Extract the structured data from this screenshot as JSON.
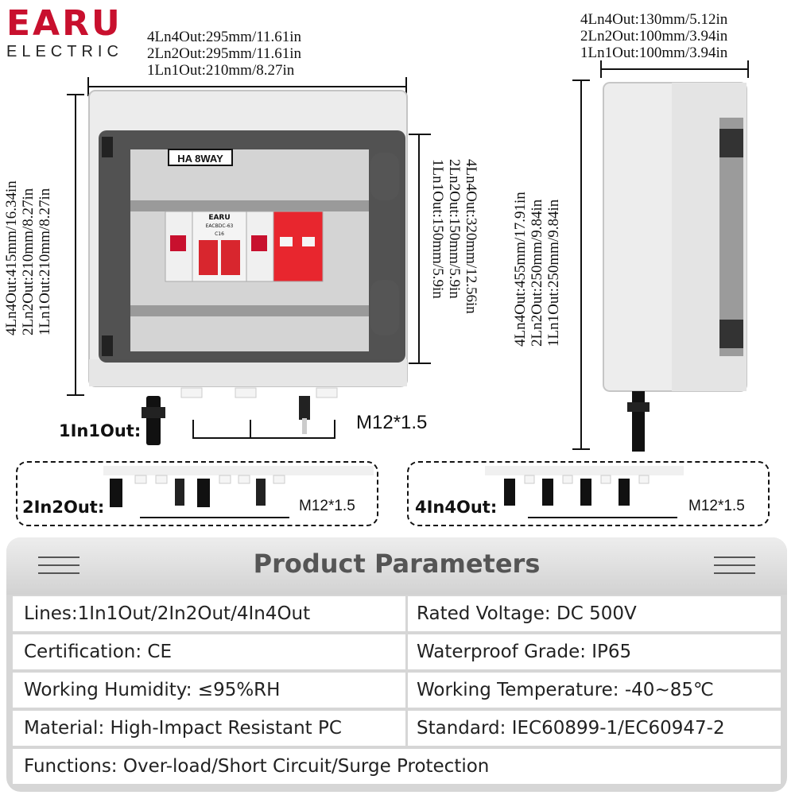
{
  "brand": {
    "name": "EARU",
    "sub": "ELECTRIC"
  },
  "front_width": [
    "4Ln4Out:295mm/11.61in",
    "2Ln2Out:295mm/11.61in",
    "1Ln1Out:210mm/8.27in"
  ],
  "side_depth": [
    "4Ln4Out:130mm/5.12in",
    "2Ln2Out:100mm/3.94in",
    "1Ln1Out:100mm/3.94in"
  ],
  "front_height": [
    "4Ln4Out:415mm/16.34in",
    "2Ln2Out:210mm/8.27in",
    "1Ln1Out:210mm/8.27in"
  ],
  "inner_height": [
    "4Ln4Out:320mm/12.56in",
    "2Ln2Out:150mm/5.9in",
    "1Ln1Out:150mm/5.9in"
  ],
  "side_height": [
    "4Ln4Out:455mm/17.91in",
    "2Ln2Out:250mm/9.84in",
    "1Ln1Out:250mm/9.84in"
  ],
  "box_label": "HA 8WAY",
  "breaker_brand": "EARU",
  "breaker_model": "EACBDC-63",
  "breaker_rating": "C16",
  "variants": {
    "one": "1In1Out:",
    "two": "2In2Out:",
    "four": "4In4Out:"
  },
  "gland_label": "M12*1.5",
  "parameters": {
    "title": "Product Parameters",
    "rows": [
      [
        "Lines:1In1Out/2In2Out/4In4Out",
        "Rated Voltage: DC 500V"
      ],
      [
        "Certification: CE",
        "Waterproof Grade: IP65"
      ],
      [
        "Working Humidity: ≤95%RH",
        "Working Temperature: -40~85℃"
      ],
      [
        "Material: High-Impact Resistant PC",
        "Standard: IEC60899-1/EC60947-2"
      ]
    ],
    "footer": "Functions: Over-load/Short Circuit/Surge Protection"
  },
  "colors": {
    "brand_red": "#c8102e",
    "breaker_red": "#d8262e",
    "panel_gray": "#d6d6d6"
  }
}
